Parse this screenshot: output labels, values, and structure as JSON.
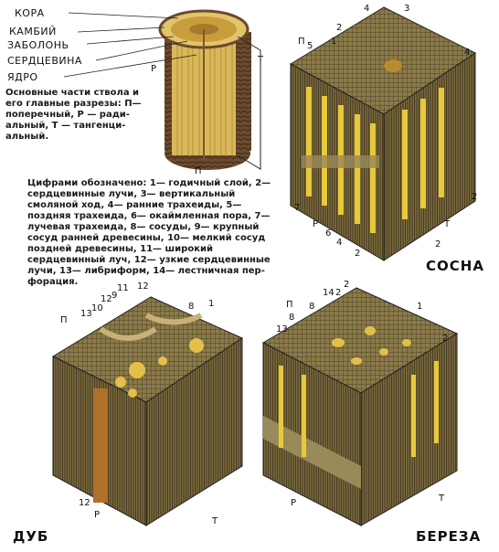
{
  "trunk": {
    "labels": [
      "КОРА",
      "КАМБИЙ",
      "ЗАБОЛОНЬ",
      "СЕРДЦЕВИНА",
      "ЯДРО"
    ],
    "caption": "Основные части ствола и его главные разрезы: П— поперечный, Р — ради­альный, Т — тангенци­альный.",
    "axes": [
      "П",
      "Р",
      "Т"
    ]
  },
  "legend": "Цифрами обозначено: 1— годичный слой, 2— сердцевинные лучи, 3— вертикальный смоляной ход, 4— ранние трахеиды, 5— поздняя трахеида, 6— окаймленная пора, 7— лучевая трахеида, 8— сосуды, 9— круп­ный сосуд ранней древесины, 10— мелкий сосуд поздней древесины, 11— широкий сердцевинный луч, 12— узкие сердцевинные лучи, 13— либриформ, 14— лестничная пер­форация.",
  "blocks": {
    "pine": {
      "name": "СОСНА",
      "numbers": [
        "3",
        "4",
        "4",
        "5",
        "2",
        "1",
        "7",
        "6",
        "4",
        "2",
        "2",
        "2"
      ],
      "axes": [
        "П",
        "Р",
        "Т"
      ]
    },
    "oak": {
      "name": "ДУБ",
      "numbers": [
        "13",
        "10",
        "12",
        "9",
        "11",
        "8",
        "1",
        "12",
        "12"
      ],
      "axes": [
        "П",
        "Р",
        "Т"
      ]
    },
    "birch": {
      "name": "БЕРЕЗА",
      "numbers": [
        "14",
        "2",
        "2",
        "8",
        "13",
        "8",
        "1",
        "2"
      ],
      "axes": [
        "П",
        "Р",
        "Т"
      ]
    }
  },
  "colors": {
    "wood": "#c9a64a",
    "wood_dark": "#5a4a2a",
    "bark": "#6b4a2e",
    "yellow": "#e8c93a"
  }
}
